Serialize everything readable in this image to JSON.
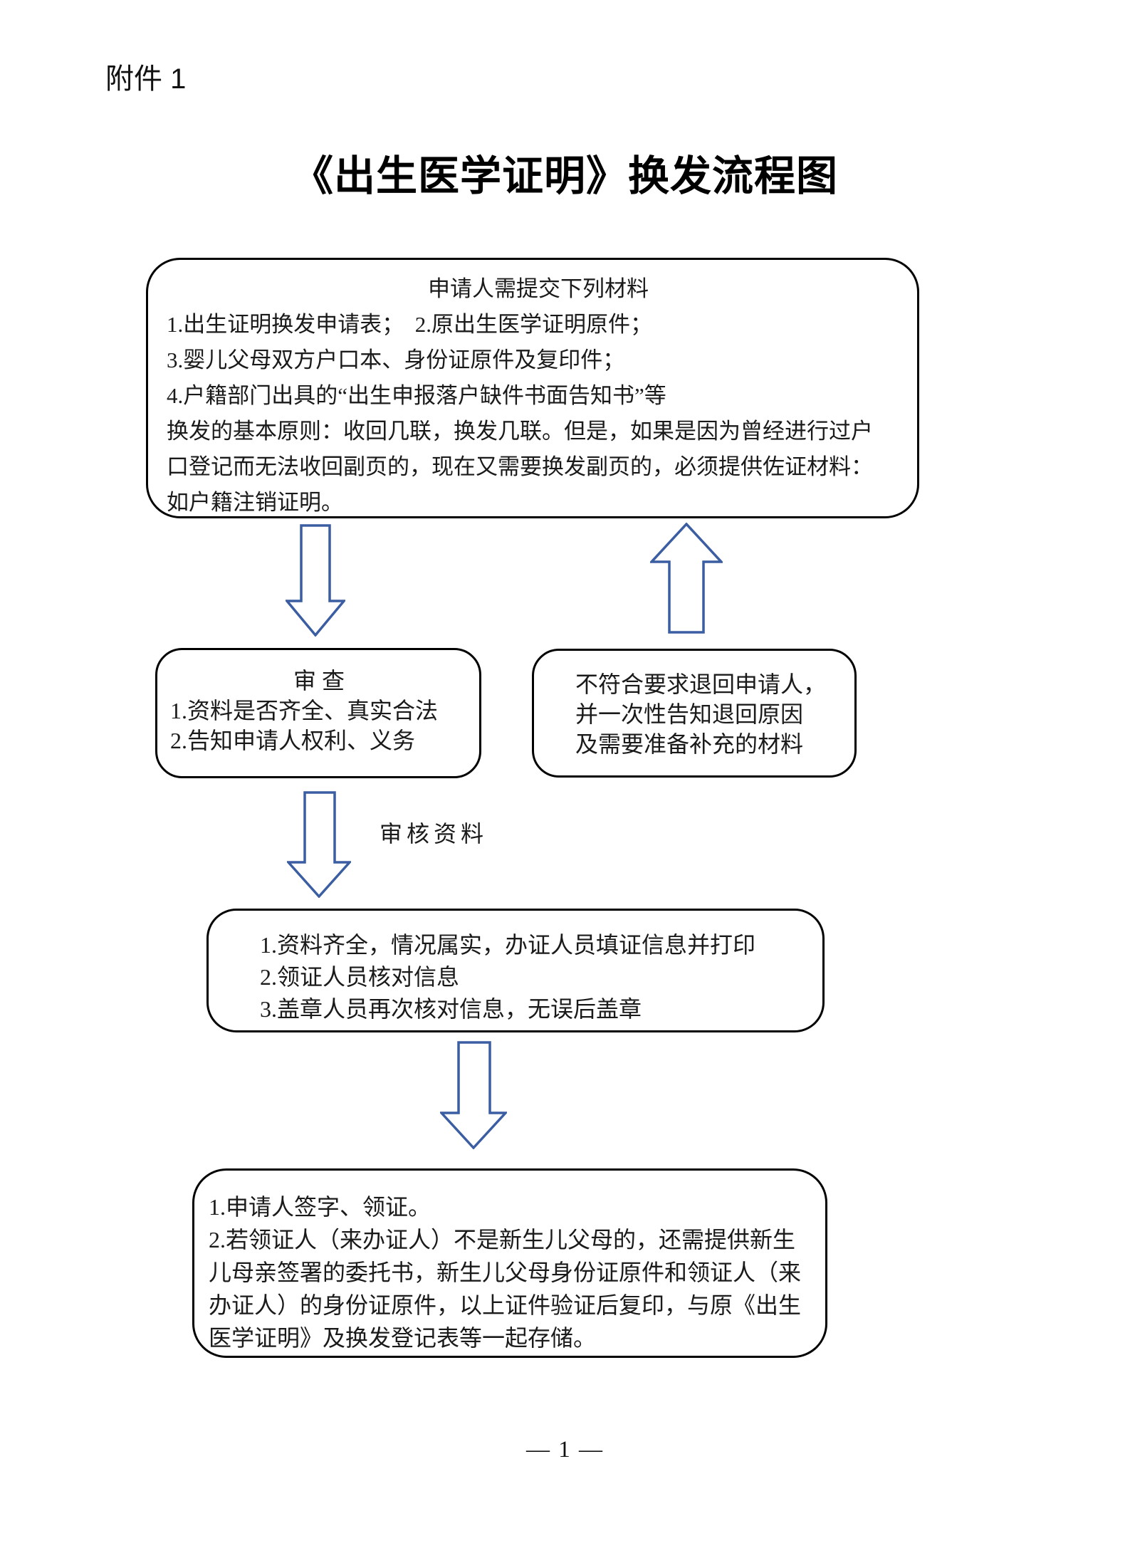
{
  "page": {
    "attachment_label": "附件 1",
    "title": "《出生医学证明》换发流程图",
    "page_number": "— 1 —"
  },
  "colors": {
    "arrow_outline": "#3b5da2",
    "box_border": "#000000",
    "background": "#ffffff"
  },
  "flow": {
    "materials_box": {
      "heading": "申请人需提交下列材料",
      "lines": [
        "1.出生证明换发申请表；  2.原出生医学证明原件；",
        "3.婴儿父母双方户口本、身份证原件及复印件；",
        "4.户籍部门出具的“出生申报落户缺件书面告知书”等",
        "换发的基本原则：收回几联，换发几联。但是，如果是因为曾经进行过户",
        "口登记而无法收回副页的，现在又需要换发副页的，必须提供佐证材料：",
        "如户籍注销证明。"
      ]
    },
    "review_box": {
      "heading": "审查",
      "lines": [
        "1.资料是否齐全、真实合法",
        "2.告知申请人权利、义务"
      ]
    },
    "return_box": {
      "lines": [
        "不符合要求退回申请人，",
        "并一次性告知退回原因",
        "及需要准备补充的材料"
      ]
    },
    "review_arrow_label": "审核资料",
    "process_box": {
      "lines": [
        "1.资料齐全，情况属实，办证人员填证信息并打印",
        "2.领证人员核对信息",
        "3.盖章人员再次核对信息，无误后盖章"
      ]
    },
    "final_box": {
      "lines": [
        "1.申请人签字、领证。",
        "2.若领证人（来办证人）不是新生儿父母的，还需提供新生",
        "儿母亲签署的委托书，新生儿父母身份证原件和领证人（来",
        "办证人）的身份证原件，以上证件验证后复印，与原《出生",
        "医学证明》及换发登记表等一起存储。"
      ]
    }
  }
}
